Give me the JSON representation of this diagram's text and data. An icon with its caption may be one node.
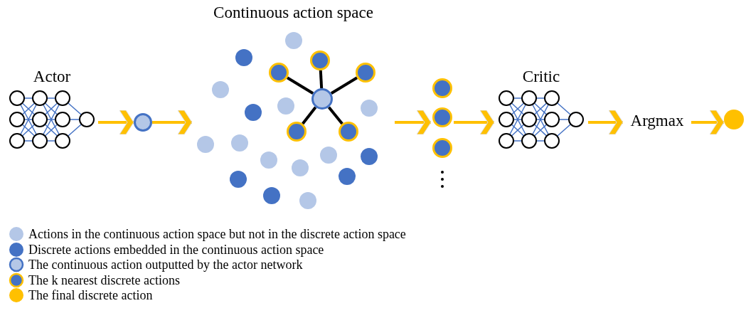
{
  "diagram": {
    "nodes": [
      {
        "text": [
          "Actor"
        ]
      },
      {
        "text": [],
        "shape": "circle"
      },
      {
        "text": [
          "Continuous action space"
        ]
      },
      {
        "text": [],
        "shape": "circle",
        "in": 2
      },
      {
        "text": [],
        "shape": "circle",
        "in": 2
      },
      {
        "text": [],
        "shape": "circle",
        "in": 2
      },
      {
        "text": [],
        "shape": "circle",
        "in": 2
      },
      {
        "text": [],
        "shape": "circle",
        "in": 2
      },
      {
        "text": [],
        "shape": "circle",
        "in": 2
      },
      {
        "text": [],
        "shape": "circle"
      },
      {
        "text": [
          "Critic"
        ]
      },
      {
        "text": [
          "Argmax"
        ]
      },
      {
        "text": [],
        "shape": "circle"
      }
    ],
    "edges": [
      {
        "from": 0,
        "to": 1,
        "arrow": "to"
      },
      {
        "from": 1,
        "to": 2,
        "arrow": "to"
      },
      {
        "from": 2,
        "to": 9,
        "arrow": "to"
      },
      {
        "from": 9,
        "to": 10,
        "arrow": "to"
      },
      {
        "from": 10,
        "to": 11,
        "arrow": "to"
      },
      {
        "from": 11,
        "to": 12,
        "arrow": "to"
      },
      {
        "from": 6,
        "to": 3,
        "arrow": "none",
        "color": "#000000"
      },
      {
        "from": 6,
        "to": 4,
        "arrow": "none",
        "color": "#000000"
      },
      {
        "from": 6,
        "to": 5,
        "arrow": "none",
        "color": "#000000"
      },
      {
        "from": 6,
        "to": 7,
        "arrow": "none",
        "color": "#000000"
      },
      {
        "from": 6,
        "to": 8,
        "arrow": "none",
        "color": "#000000"
      }
    ],
    "legend": [
      {
        "text": "Actions in the continuous action space but not in the discrete action space",
        "color": "#b4c7e7"
      },
      {
        "text": "Discrete actions embedded in the continuous action space",
        "color": "#4472c4"
      },
      {
        "text": "The continuous action outputted by the actor network"
      },
      {
        "text": "The k nearest discrete actions"
      },
      {
        "text": "The final discrete action",
        "color": "#ffc000"
      }
    ]
  }
}
